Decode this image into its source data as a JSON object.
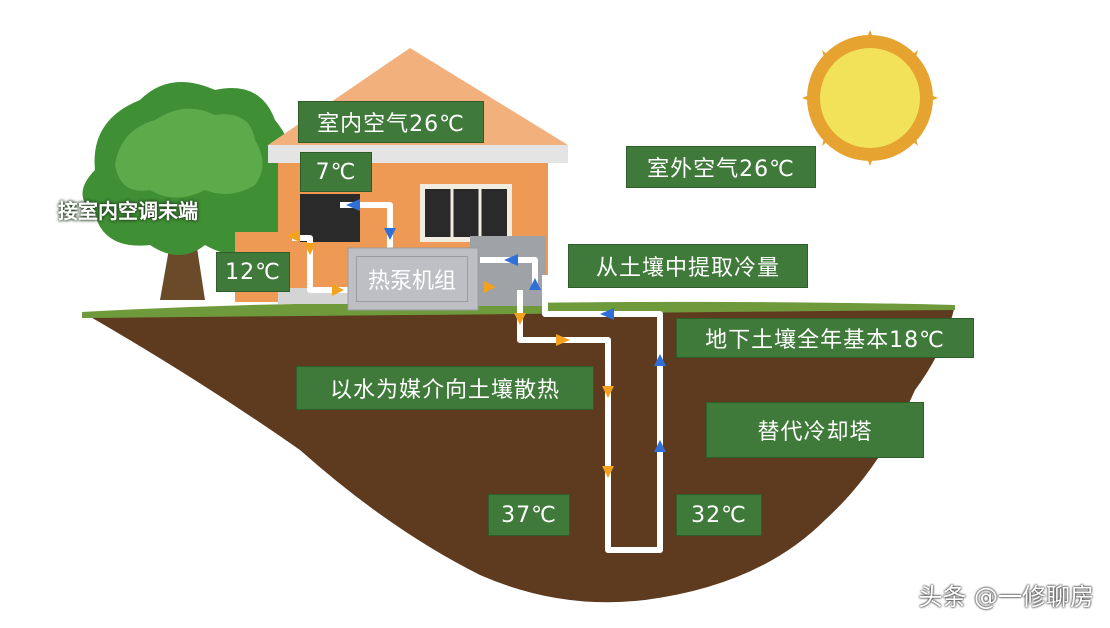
{
  "labels": {
    "indoor_air": "室内空气26℃",
    "outdoor_air": "室外空气26℃",
    "terminal": "接室内空调末端",
    "seven": "7℃",
    "twelve": "12℃",
    "heat_pump": "热泵机组",
    "extract_cold": "从土壤中提取冷量",
    "soil_temp": "地下土壤全年基本18℃",
    "water_medium": "以水为媒介向土壤散热",
    "replace_tower": "替代冷却塔",
    "t37": "37℃",
    "t32": "32℃"
  },
  "watermark": "头条 @一修聊房",
  "colors": {
    "label_bg": "#3f7a3a",
    "soil": "#5e3a1f",
    "grass": "#6f9a3c",
    "roof": "#f2b07c",
    "wall": "#ee9a55",
    "sun": "#f2e25a",
    "hot_arrow": "#f2a21f",
    "cold_arrow": "#2f6fd8"
  }
}
